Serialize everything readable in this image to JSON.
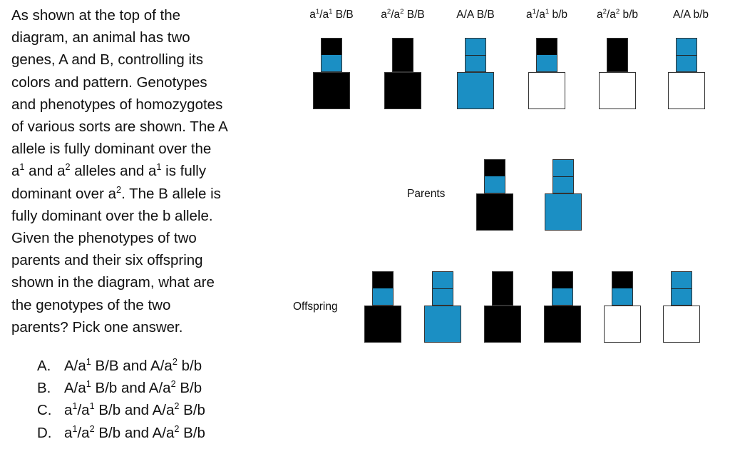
{
  "question": {
    "lines": [
      "As shown at the top of the",
      "diagram, an animal has two",
      "genes, A and B, controlling its",
      "colors and pattern. Genotypes",
      "and phenotypes of homozygotes",
      "of various sorts are shown. The A",
      "allele is fully dominant over the",
      "a¹ and a² alleles and a¹ is fully",
      "dominant over a². The B allele is",
      "fully dominant over the b allele.",
      "Given the phenotypes of two",
      "parents and their six offspring",
      "shown in the diagram, what are",
      "the genotypes of the two",
      "parents? Pick one answer."
    ]
  },
  "answers": [
    {
      "letter": "A.",
      "text": "A/a¹ B/B and A/a² b/b"
    },
    {
      "letter": "B.",
      "text": "A/a¹ B/b and A/a² B/b"
    },
    {
      "letter": "C.",
      "text": "a¹/a¹ B/b and A/a² B/b"
    },
    {
      "letter": "D.",
      "text": "a¹/a² B/b and A/a² B/b"
    }
  ],
  "colors": {
    "black": "#000000",
    "blue": "#1b8fc4",
    "white": "#ffffff"
  },
  "genotypes": [
    {
      "label": "a¹/a¹ B/B",
      "head_top": "black",
      "head_bottom": "blue",
      "body": "black"
    },
    {
      "label": "a²/a² B/B",
      "head_top": "black",
      "head_bottom": "black",
      "body": "black"
    },
    {
      "label": "A/A B/B",
      "head_top": "blue",
      "head_bottom": "blue",
      "body": "blue"
    },
    {
      "label": "a¹/a¹ b/b",
      "head_top": "black",
      "head_bottom": "blue",
      "body": "white"
    },
    {
      "label": "a²/a² b/b",
      "head_top": "black",
      "head_bottom": "black",
      "body": "white"
    },
    {
      "label": "A/A b/b",
      "head_top": "blue",
      "head_bottom": "blue",
      "body": "white"
    }
  ],
  "parents": {
    "label": "Parents",
    "animals": [
      {
        "head_top": "black",
        "head_bottom": "blue",
        "body": "black"
      },
      {
        "head_top": "blue",
        "head_bottom": "blue",
        "body": "blue"
      }
    ]
  },
  "offspring": {
    "label": "Offspring",
    "animals": [
      {
        "head_top": "black",
        "head_bottom": "blue",
        "body": "black"
      },
      {
        "head_top": "blue",
        "head_bottom": "blue",
        "body": "blue"
      },
      {
        "head_top": "black",
        "head_bottom": "black",
        "body": "black"
      },
      {
        "head_top": "black",
        "head_bottom": "blue",
        "body": "black"
      },
      {
        "head_top": "black",
        "head_bottom": "blue",
        "body": "white"
      },
      {
        "head_top": "blue",
        "head_bottom": "blue",
        "body": "white"
      }
    ]
  }
}
